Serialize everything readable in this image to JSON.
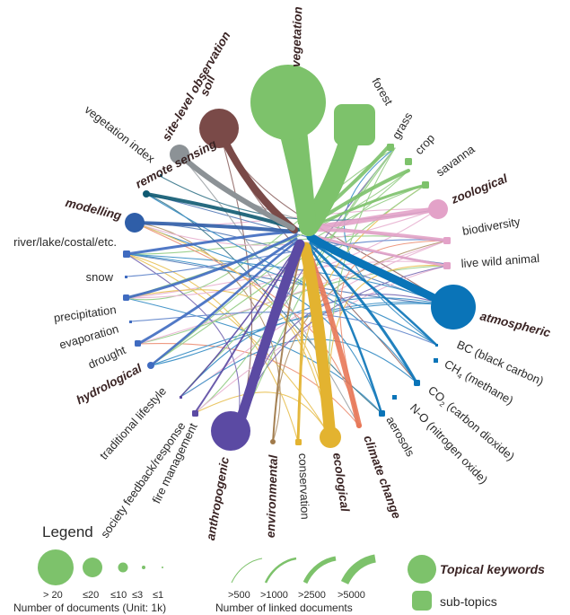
{
  "colors": {
    "vegetation": "#7dc26b",
    "soil": "#7a4a48",
    "site_level": "#8c9296",
    "remote_sensing": "#0f5a72",
    "modelling": "#2f5ea8",
    "hydrological": "#3f6bc0",
    "zoological": "#e3a2c8",
    "atmospheric": "#0a74b8",
    "climate_change": "#e87858",
    "ecological": "#e3b330",
    "environmental": "#a07a4a",
    "anthropogenic": "#5b4aa3"
  },
  "topics": {
    "vegetation": "vegetation",
    "soil": "soil",
    "site_level": "site-level observation",
    "remote_sensing": "remote sensing",
    "modelling": "modelling",
    "hydrological": "hydrological",
    "zoological": "zoological",
    "atmospheric": "atmospheric",
    "climate_change": "climate change",
    "ecological": "ecological",
    "environmental": "environmental",
    "anthropogenic": "anthropogenic"
  },
  "subtopics": {
    "forest": "forest",
    "grass": "grass",
    "crop": "crop",
    "savanna": "savanna",
    "vegetation_index": "vegetation index",
    "river": "river/lake/costal/etc.",
    "snow": "snow",
    "precipitation": "precipitation",
    "evaporation": "evaporation",
    "drought": "drought",
    "traditional": "traditional lifestyle",
    "society": "society feedback/response",
    "fire": "fire management",
    "conservation": "conservation",
    "aerosols": "aerosols",
    "biodiversity": "biodiversity",
    "wild_animal": "live wild animal",
    "bc": "BC (black carbon)",
    "ch4_main": "CH",
    "ch4_sub": "4",
    "ch4_rest": " (methane)",
    "co2_main": "CO",
    "co2_sub": "2",
    "co2_rest": " (carbon dioxide)",
    "nox": "N-O (nitrogen oxide)"
  },
  "legend": {
    "title": "Legend",
    "size_labels": [
      "> 20",
      "≤20",
      "≤10",
      "≤3",
      "≤1"
    ],
    "size_caption": "Number of documents (Unit: 1k)",
    "link_labels": [
      ">500",
      ">1000",
      ">2500",
      ">5000"
    ],
    "link_caption": "Number of linked documents",
    "topical_label": "Topical keywords",
    "sub_label": "sub-topics"
  }
}
